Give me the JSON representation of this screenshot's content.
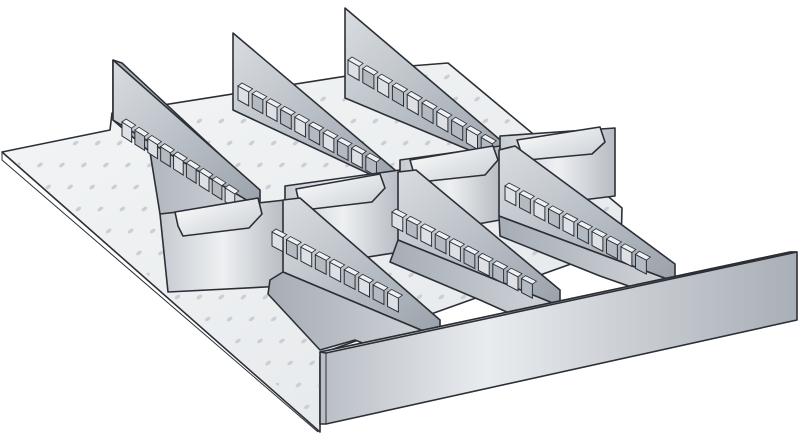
{
  "image": {
    "subject": "drawer-divider-set",
    "background_color": "#ffffff",
    "colors": {
      "floor": "#eef0f2",
      "floor_dots": "#c9cdd2",
      "metal_light": "#e8ebee",
      "metal_mid": "#c3c8ce",
      "metal_dark": "#8f969e",
      "outline": "#2c3036"
    },
    "longitudinal_dividers": 6,
    "cross_dividers": 5,
    "slotted_strips": 6
  }
}
